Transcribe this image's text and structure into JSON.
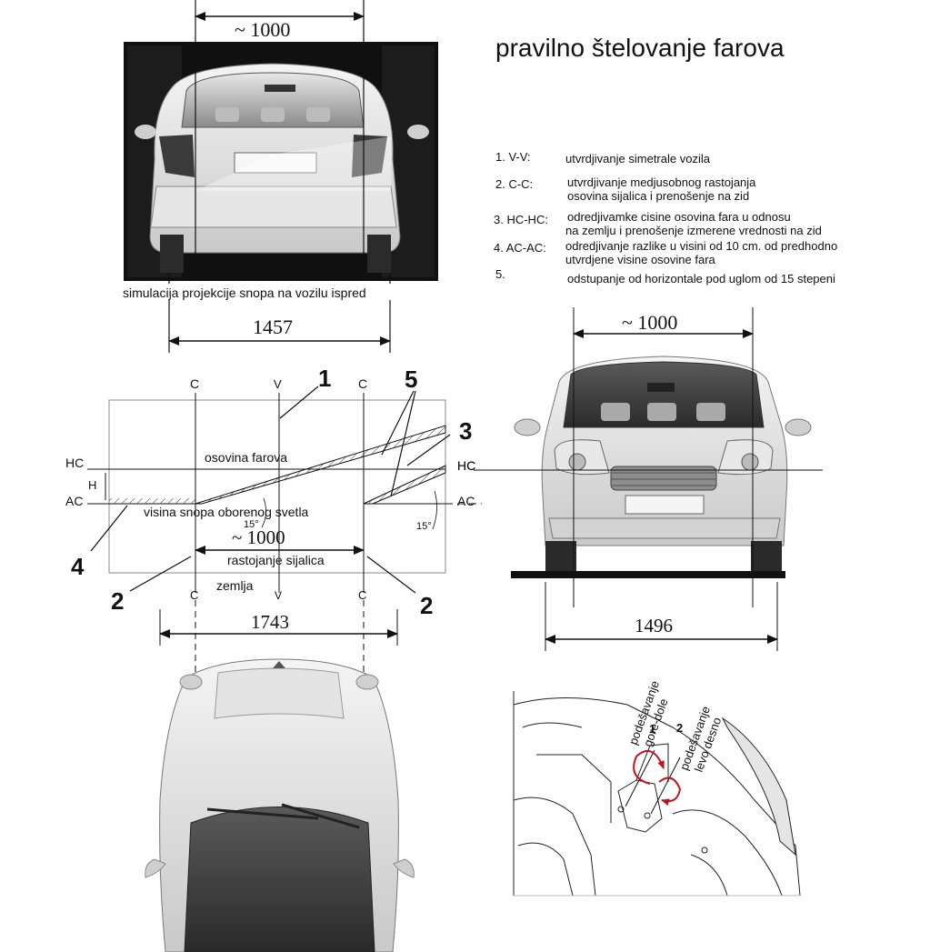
{
  "title": "pravilno štelovanje farova",
  "legend": [
    {
      "code": "1. V-V:",
      "text": [
        "utvrdjivanje simetrale vozila"
      ]
    },
    {
      "code": "2. C-C:",
      "text": [
        "utvrdjivanje medjusobnog rastojanja",
        "osovina sijalica i prenošenje na zid"
      ]
    },
    {
      "code": "3. HC-HC:",
      "text": [
        "odredjivamke cisine osovina fara u odnosu",
        "na zemlju i prenošenje izmerene vrednosti na zid"
      ]
    },
    {
      "code": "4. AC-AC:",
      "text": [
        "odredjivanje razlike u visini od 10 cm. od predhodno",
        "utvrdjene visine osovine fara"
      ]
    },
    {
      "code": "5.",
      "text": [
        "odstupanje od horizontale pod uglom od 15 stepeni"
      ]
    }
  ],
  "rear_view": {
    "dim_top": "~ 1000",
    "dim_bottom": "1457",
    "caption": "simulacija projekcije snopa na vozilu ispred"
  },
  "front_view": {
    "dim_top": "~ 1000",
    "dim_bottom": "1496",
    "hc_label": "HC"
  },
  "diagram": {
    "c_label": "C",
    "v_label": "V",
    "hc": "HC",
    "ac": "AC",
    "h": "H",
    "osovina": "osovina farova",
    "visina": "visina snopa oborenog svetla",
    "angle": "15°",
    "dim_mid": "~ 1000",
    "rastojanje": "rastojanje sijalica",
    "zemlja": "zemlja",
    "dim_bottom": "1743",
    "callouts": [
      "1",
      "2",
      "3",
      "4",
      "5"
    ]
  },
  "adjust": {
    "label1": [
      "podešavanje",
      "gore-dole"
    ],
    "label2": [
      "podešavanje",
      "levo desno"
    ],
    "n1": "1",
    "n2": "2"
  }
}
